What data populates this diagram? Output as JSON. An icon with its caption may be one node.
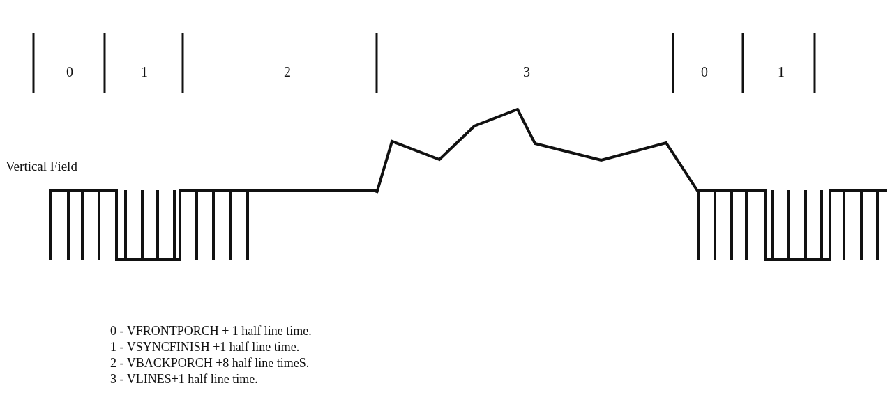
{
  "diagram": {
    "labels": [
      "0",
      "1",
      "2",
      "3",
      "0",
      "1",
      "Vertical Field",
      "0 - VFRONTPORCH + 1 half line time.",
      "1 - VSYNCFINISH +1 half line time.",
      "2 - VBACKPORCH +8 half line timeS.",
      "3 - VLINES+1 half line time."
    ]
  }
}
